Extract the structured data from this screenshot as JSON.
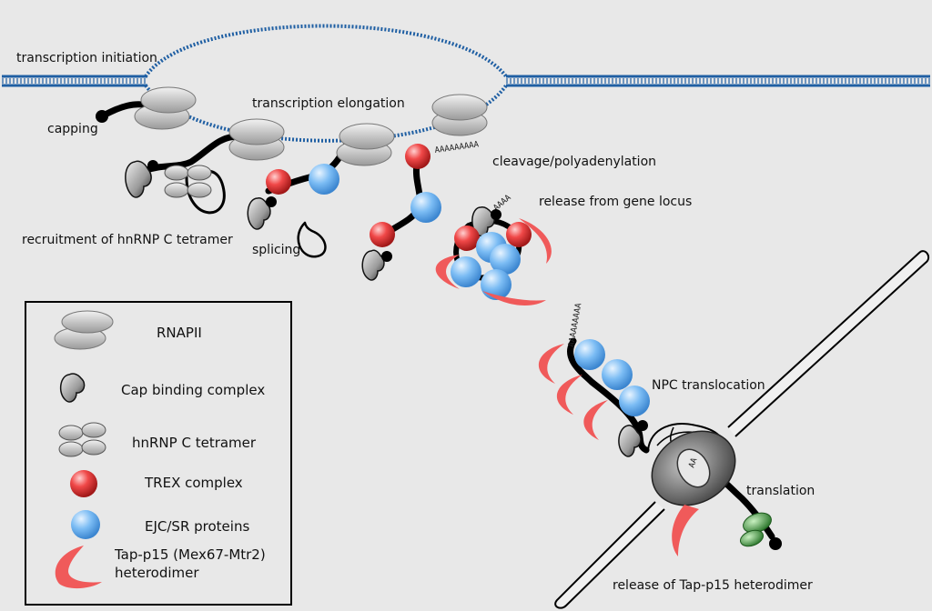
{
  "labels": {
    "transcription_initiation": "transcription initiation",
    "capping": "capping",
    "transcription_elongation": "transcription elongation",
    "cleavage_polyadenylation": "cleavage/polyadenylation",
    "release_from_gene_locus": "release from gene locus",
    "recruitment_hnrnp": "recruitment of hnRNP C tetramer",
    "splicing": "splicing",
    "npc_translocation": "NPC translocation",
    "translation": "translation",
    "release_tap_p15": "release of Tap-p15 heterodimer"
  },
  "polya": {
    "long": "AAAAAAAAA",
    "short": "AAAA",
    "npc": "AAAAAAAAA",
    "pore": "AA"
  },
  "legend": {
    "rnapii": "RNAPII",
    "cbc": "Cap binding complex",
    "hnrnp": "hnRNP C tetramer",
    "trex": "TREX complex",
    "ejc": "EJC/SR proteins",
    "tap_line1": "Tap-p15 (Mex67-Mtr2)",
    "tap_line2": "heterodimer"
  },
  "colors": {
    "dna": "#1f5fa3",
    "trex": "#e03a3a",
    "ejc": "#6fb2f0",
    "tap": "#f05a5a",
    "ribosome": "#3a9a3a",
    "rnapii": "#bdbdbd"
  }
}
